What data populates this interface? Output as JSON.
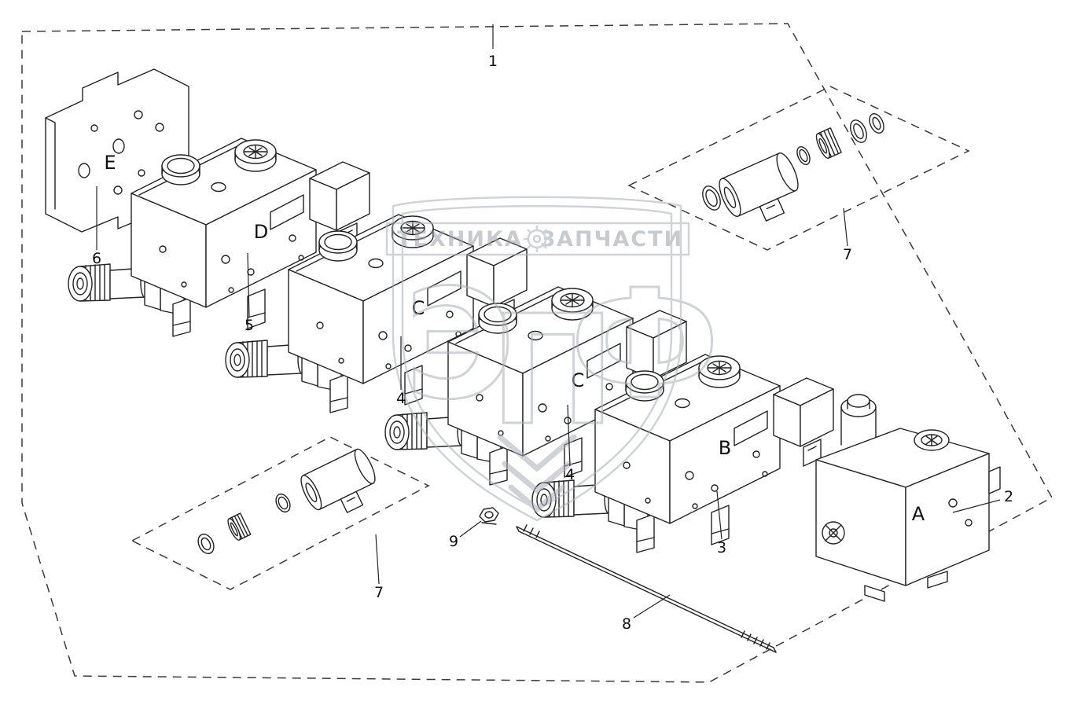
{
  "diagram": {
    "callouts": {
      "n1": "1",
      "n2": "2",
      "n3": "3",
      "n4_upper": "4",
      "n4_lower": "4",
      "n5": "5",
      "n6": "6",
      "n7_top": "7",
      "n7_bottom": "7",
      "n8": "8",
      "n9": "9"
    },
    "sections": {
      "a": "A",
      "b": "B",
      "c_front": "C",
      "c_rear": "C",
      "d": "D",
      "e": "E"
    }
  },
  "watermark": {
    "banner_left": "ТЕХНИКА",
    "banner_right": "ЗАПЧАСТИ",
    "brand_letter_1": "Э",
    "brand_letter_2": "П",
    "brand_letter_3": "Ф"
  },
  "colors": {
    "line": "#232323",
    "watermark": "#a9afb7",
    "background": "#ffffff"
  }
}
